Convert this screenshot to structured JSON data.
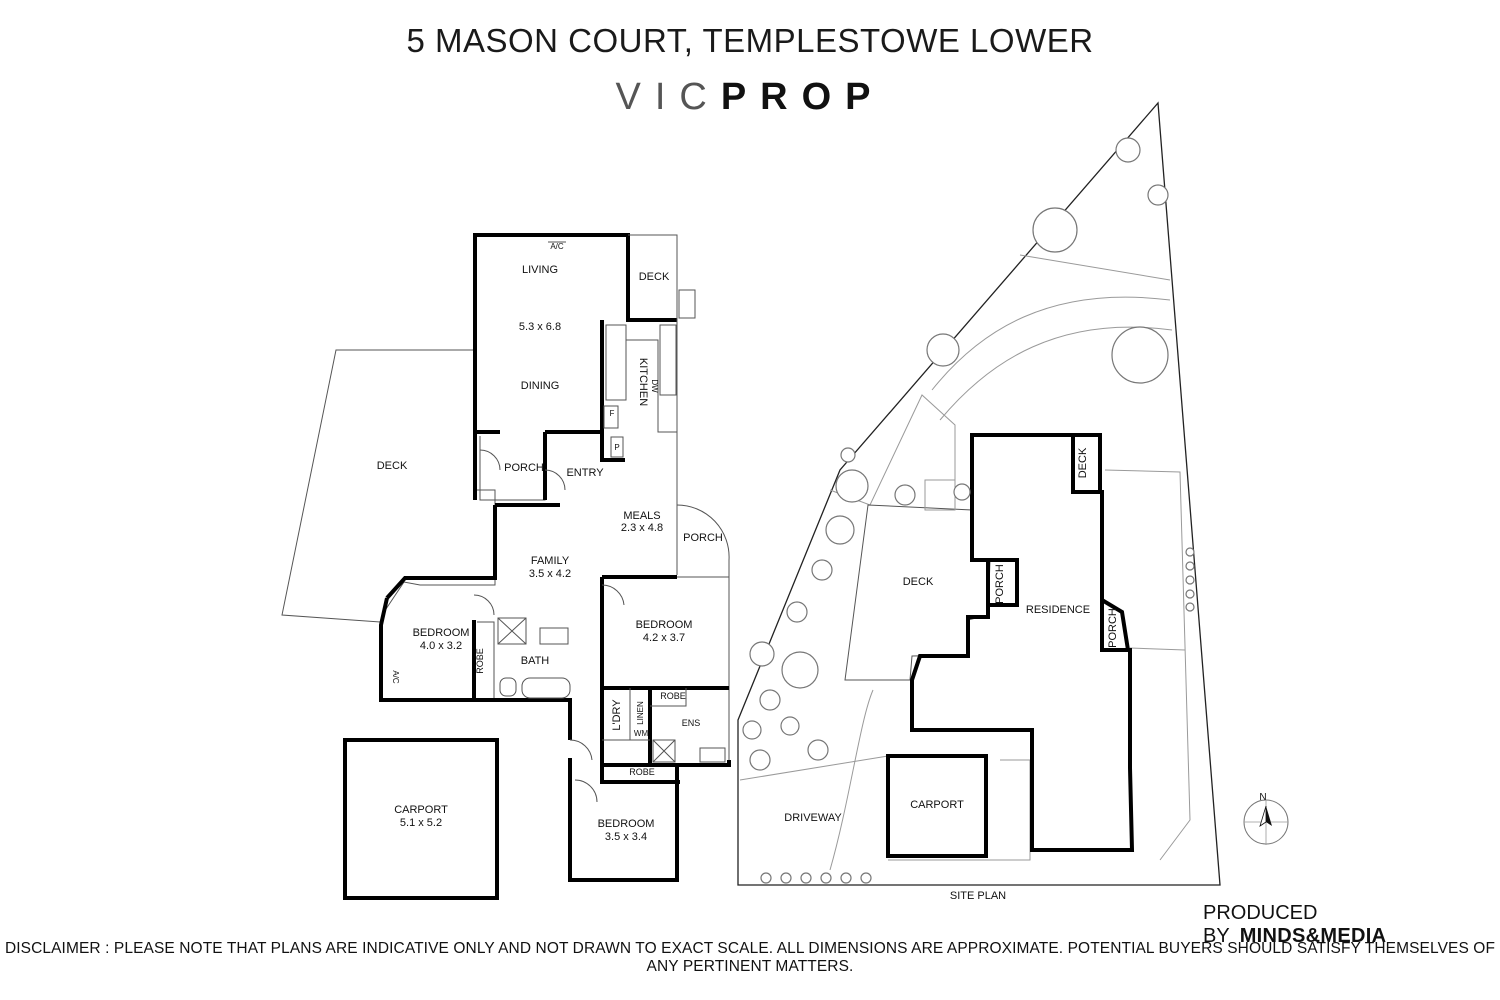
{
  "header": {
    "title": "5 MASON COURT, TEMPLESTOWE LOWER",
    "brand_light": "VIC",
    "brand_bold": "PROP"
  },
  "floor_plan": {
    "rooms": {
      "living": "LIVING",
      "living_dims": "5.3 x 6.8",
      "dining": "DINING",
      "ac_top": "A/C",
      "deck_top": "DECK",
      "kitchen": "KITCHEN",
      "dw": "DW",
      "fridge": "F",
      "pantry": "P",
      "deck_west": "DECK",
      "porch_west": "PORCH",
      "entry": "ENTRY",
      "meals": "MEALS",
      "meals_dims": "2.3 x 4.8",
      "porch_east": "PORCH",
      "family": "FAMILY",
      "family_dims": "3.5 x 4.2",
      "bedroom_west": "BEDROOM",
      "bedroom_west_dims": "4.0 x 3.2",
      "ac_west": "A/C",
      "robe_west": "ROBE",
      "bath": "BATH",
      "bedroom_main": "BEDROOM",
      "bedroom_main_dims": "4.2 x 3.7",
      "ldry": "L'DRY",
      "linen": "LINEN",
      "robe_ens": "ROBE",
      "ens": "ENS",
      "wm": "WM",
      "robe_south": "ROBE",
      "bedroom_south": "BEDROOM",
      "bedroom_south_dims": "3.5 x 3.4",
      "carport": "CARPORT",
      "carport_dims": "5.1 x 5.2"
    }
  },
  "site_plan": {
    "label": "SITE PLAN",
    "deck_north": "DECK",
    "deck": "DECK",
    "porch_left": "PORCH",
    "residence": "RESIDENCE",
    "porch_right": "PORCH",
    "driveway": "DRIVEWAY",
    "carport": "CARPORT",
    "north": "N"
  },
  "footer": {
    "produced_by": "PRODUCED BY",
    "producer": "MINDS&MEDIA",
    "disclaimer": "DISCLAIMER : PLEASE NOTE THAT PLANS ARE INDICATIVE ONLY AND NOT DRAWN TO EXACT SCALE. ALL DIMENSIONS ARE APPROXIMATE. POTENTIAL BUYERS SHOULD SATISFY THEMSELVES OF ANY PERTINENT MATTERS."
  }
}
